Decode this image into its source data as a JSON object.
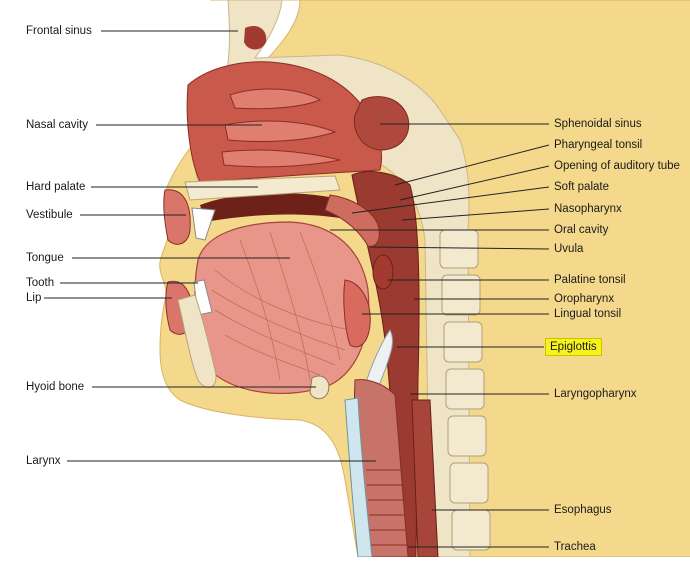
{
  "figure": {
    "subject": "Midsagittal section of head and neck",
    "colors": {
      "skin": "#f4d98c",
      "bone": "#efe4c6",
      "muscle": "#d9756a",
      "mucosa": "#b84a3e",
      "cavity": "#7a2a22",
      "highlight": "#f6f21c",
      "leader_line": "#222222"
    },
    "labels_left": [
      {
        "id": "frontal-sinus",
        "text": "Frontal sinus"
      },
      {
        "id": "nasal-cavity",
        "text": "Nasal cavity"
      },
      {
        "id": "hard-palate",
        "text": "Hard palate"
      },
      {
        "id": "vestibule",
        "text": "Vestibule"
      },
      {
        "id": "tongue",
        "text": "Tongue"
      },
      {
        "id": "tooth",
        "text": "Tooth"
      },
      {
        "id": "lip",
        "text": "Lip"
      },
      {
        "id": "hyoid-bone",
        "text": "Hyoid bone"
      },
      {
        "id": "larynx",
        "text": "Larynx"
      }
    ],
    "labels_right": [
      {
        "id": "sphenoidal-sinus",
        "text": "Sphenoidal sinus"
      },
      {
        "id": "pharyngeal-tonsil",
        "text": "Pharyngeal tonsil"
      },
      {
        "id": "opening-auditory-tube",
        "text": "Opening of auditory tube"
      },
      {
        "id": "soft-palate",
        "text": "Soft palate"
      },
      {
        "id": "nasopharynx",
        "text": "Nasopharynx"
      },
      {
        "id": "oral-cavity",
        "text": "Oral cavity"
      },
      {
        "id": "uvula",
        "text": "Uvula"
      },
      {
        "id": "palatine-tonsil",
        "text": "Palatine tonsil"
      },
      {
        "id": "oropharynx",
        "text": "Oropharynx"
      },
      {
        "id": "lingual-tonsil",
        "text": "Lingual tonsil"
      },
      {
        "id": "epiglottis",
        "text": "Epiglottis",
        "highlighted": true
      },
      {
        "id": "laryngopharynx",
        "text": "Laryngopharynx"
      },
      {
        "id": "esophagus",
        "text": "Esophagus"
      },
      {
        "id": "trachea",
        "text": "Trachea"
      }
    ]
  }
}
